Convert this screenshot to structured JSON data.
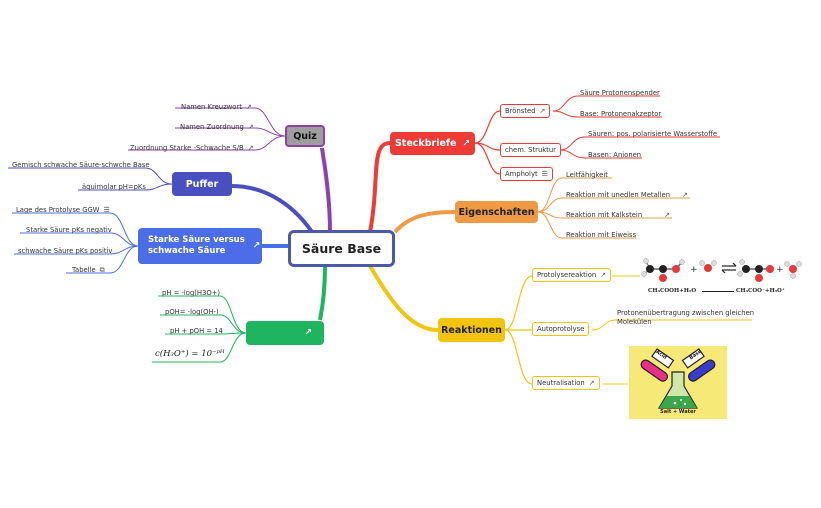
{
  "center": {
    "title": "Säure Base"
  },
  "quiz": {
    "title": "Quiz",
    "items": [
      "Namen Kreuzwort",
      "Namen Zuordnung",
      "Zuordnung Starke -Schwache S/B"
    ]
  },
  "puffer": {
    "title": "Puffer",
    "items": [
      "Gemisch schwache Säure-schwche Base",
      "äquimolar pH=pKs"
    ]
  },
  "starke": {
    "title_line1": "Starke Säure versus",
    "title_line2": "schwache Säure",
    "items": [
      "Lage des Protolyse GGW",
      "Starke Säure pKs negativ",
      "schwache Säure pKs positiv",
      "Tabelle"
    ]
  },
  "ph": {
    "items": [
      "pH = -log(H3O+)",
      "pOH= -log(OH-)",
      "pH + pOH = 14"
    ],
    "formula": "c(H₃O⁺) = 10⁻ᵖᴴ"
  },
  "steckbriefe": {
    "title": "Steckbriefe",
    "bronsted": {
      "label": "Brönsted",
      "items": [
        "Säure Protonenspender",
        "Base: Protonenakzeptor"
      ]
    },
    "struktur": {
      "label": "chem. Struktur",
      "items": [
        "Säuren: pos. polarisierte Wasserstoffe",
        "Basen: Anionen"
      ]
    },
    "ampholyt": {
      "label": "Ampholyt"
    }
  },
  "eigenschaften": {
    "title": "Eigenschaften",
    "items": [
      "Leitfähigkeit",
      "Reaktion mit unedlen Metallen",
      "Reaktion mit Kalkstein",
      "Reaktion mit Eiweiss"
    ]
  },
  "reaktionen": {
    "title": "Reaktionen",
    "protolyse": {
      "label": "Protolysereaktion",
      "eq_left": "CH₃COOH+H₂O",
      "eq_right": "CH₃COO⁻+H₃O⁺"
    },
    "autoprotolyse": {
      "label": "Autoprotolyse",
      "note_line1": "Protonenübertragung zwischen gleichen",
      "note_line2": "Molekülen"
    },
    "neutralisation": {
      "label": "Neutralisation",
      "img_acid": "Acid",
      "img_base": "Base",
      "img_caption": "Salt + Water"
    }
  },
  "colors": {
    "quiz": "#9e9e9e",
    "quiz_line": "#8e3fb0",
    "puffer": "#4a4fbf",
    "starke": "#4b6ee8",
    "ph": "#1fb45f",
    "steckbriefe": "#ee3b36",
    "eigenschaften": "#ef9a45",
    "reaktionen": "#f1c40f",
    "center_border": "#4a5aa8"
  }
}
